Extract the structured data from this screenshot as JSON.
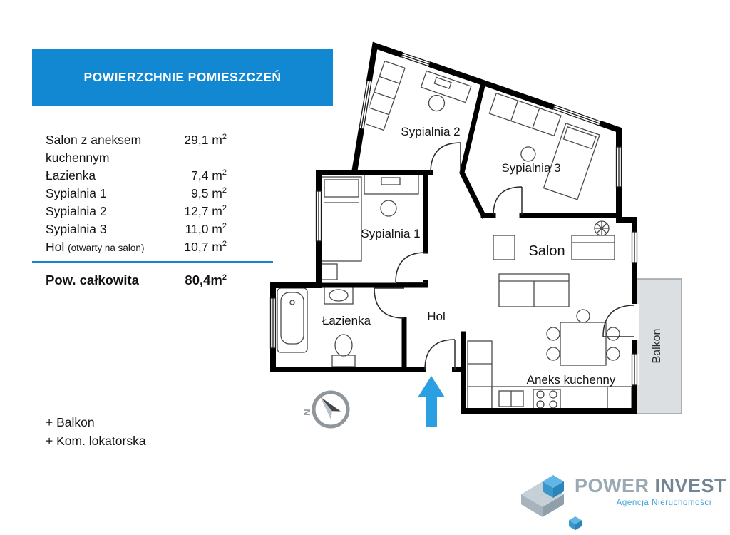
{
  "panel": {
    "title": "POWIERZCHNIE POMIESZCZEŃ",
    "rows": [
      {
        "label": "Salon z aneksem kuchennym",
        "note": "",
        "area": "29,1 m",
        "sup": "2"
      },
      {
        "label": "Łazienka",
        "note": "",
        "area": "7,4 m",
        "sup": "2"
      },
      {
        "label": "Sypialnia 1",
        "note": "",
        "area": "9,5 m",
        "sup": "2"
      },
      {
        "label": "Sypialnia 2",
        "note": "",
        "area": "12,7 m",
        "sup": "2"
      },
      {
        "label": "Sypialnia 3",
        "note": "",
        "area": "11,0 m",
        "sup": "2"
      },
      {
        "label": "Hol",
        "note": "(otwarty na salon)",
        "area": "10,7 m",
        "sup": "2"
      }
    ],
    "total_label": "Pow. całkowita",
    "total_area": "80,4m",
    "total_sup": "2",
    "extras": [
      "+ Balkon",
      "+ Kom. lokatorska"
    ]
  },
  "plan": {
    "rooms": {
      "sypialnia1": "Sypialnia 1",
      "sypialnia2": "Sypialnia 2",
      "sypialnia3": "Sypialnia 3",
      "salon": "Salon",
      "lazienka": "Łazienka",
      "hol": "Hol",
      "aneks": "Aneks kuchenny",
      "balkon": "Balkon"
    },
    "compass_n": "N"
  },
  "logo": {
    "brand_primary": "POWER",
    "brand_secondary": "INVEST",
    "tagline": "Agencja Nieruchomości"
  },
  "colors": {
    "accent": "#1287d2",
    "entry_arrow": "#2a9fe1",
    "logo_tagline": "#3fa5da"
  }
}
